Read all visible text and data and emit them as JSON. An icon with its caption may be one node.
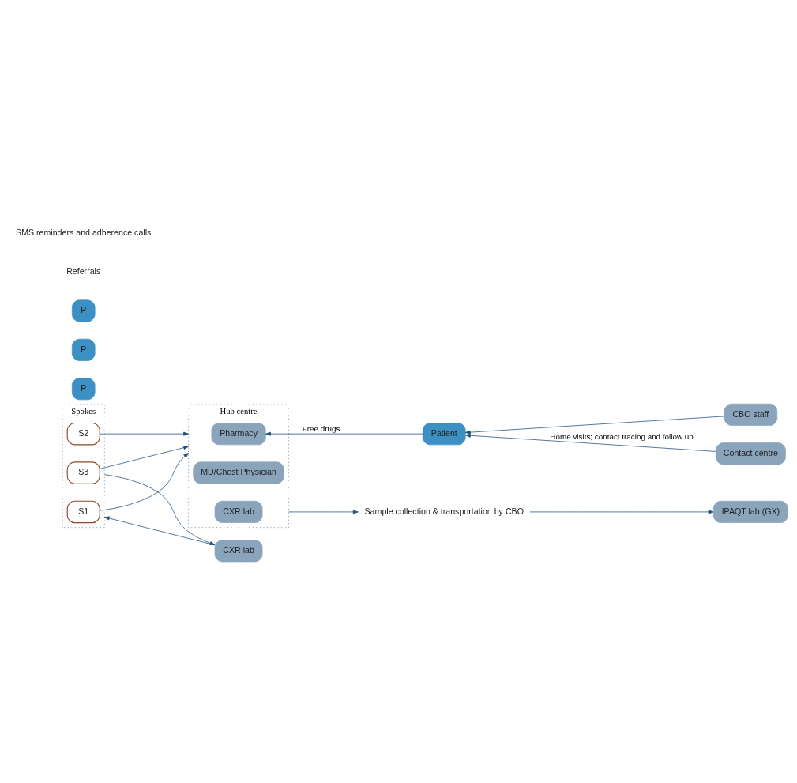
{
  "diagram": {
    "nodes": [
      {
        "text": [
          "Spokes"
        ]
      },
      {
        "text": [
          "S1"
        ],
        "in": 0
      },
      {
        "text": [
          "S2"
        ],
        "in": 0
      },
      {
        "text": [
          "S3"
        ],
        "in": 0
      },
      {
        "text": [
          "Hub centre"
        ]
      },
      {
        "text": [
          "Pharmacy"
        ],
        "in": 4
      },
      {
        "text": [
          "MD/Chest Physician"
        ],
        "in": 4
      },
      {
        "text": [
          "CXR lab"
        ],
        "in": 4
      },
      {
        "text": [
          "Sample collection & transportation by CBO"
        ]
      },
      {
        "text": [
          "IPAQT lab (GX)"
        ]
      },
      {
        "text": [
          "Patient"
        ]
      },
      {
        "text": [
          "CXR lab"
        ]
      },
      {
        "text": [
          "Contact centre"
        ]
      },
      {
        "text": [
          "CBO staff"
        ]
      },
      {
        "text": [
          "P"
        ]
      },
      {
        "text": [
          "P"
        ]
      },
      {
        "text": [
          "P"
        ]
      }
    ],
    "edges": [
      {
        "from": 1,
        "to": 4,
        "arrow": "to"
      },
      {
        "from": 2,
        "to": 4,
        "arrow": "to"
      },
      {
        "from": 3,
        "to": 4,
        "arrow": "to"
      },
      {
        "from": 4,
        "to": 8,
        "arrow": "to"
      },
      {
        "from": 8,
        "to": 9,
        "arrow": "to"
      },
      {
        "from": 10,
        "to": 5,
        "arrow": "to",
        "label": "Free drugs"
      },
      {
        "from": 12,
        "to": 10,
        "arrow": "to",
        "label": "Home visits; contact tracing and follow up"
      },
      {
        "from": 13,
        "to": 10,
        "arrow": "to"
      },
      {
        "from": 0,
        "to": 11,
        "arrow": "to"
      },
      {
        "from": 11,
        "to": 0,
        "arrow": "to"
      }
    ],
    "labels": [
      "Referrals",
      "SMS reminders and adherence calls"
    ]
  }
}
